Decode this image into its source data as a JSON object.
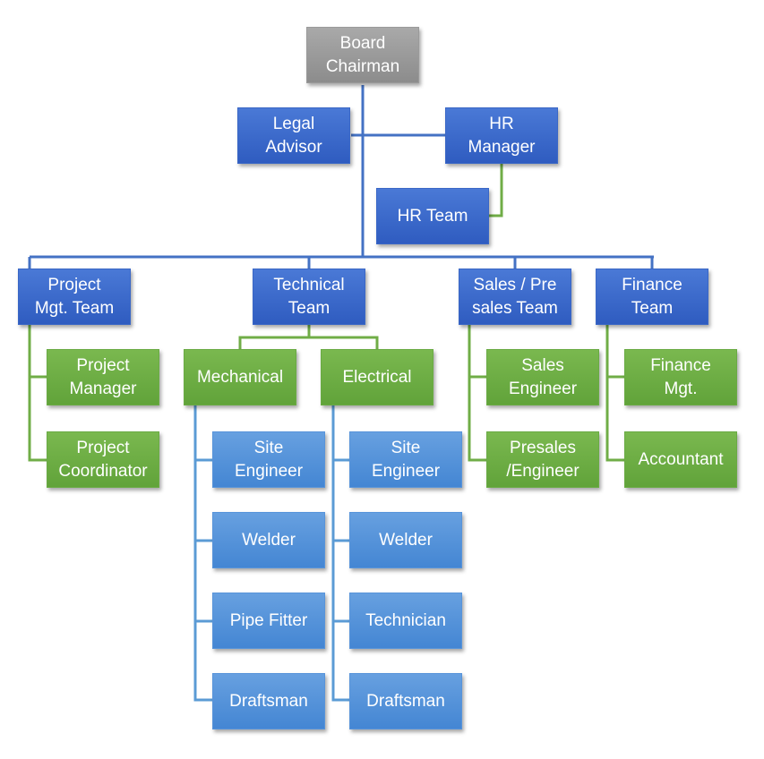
{
  "colors": {
    "line_blue": "#4472c4",
    "line_green": "#70ad47",
    "board": "#9b9b9b",
    "blue": "#3a67c6",
    "green": "#6aab44",
    "light_blue": "#5594da"
  },
  "top": {
    "board_chairman": "Board\nChairman",
    "legal_advisor": "Legal\nAdvisor",
    "hr_manager": "HR\nManager",
    "hr_team": "HR Team"
  },
  "departments": {
    "project": {
      "label": "Project\nMgt. Team",
      "children": [
        "Project\nManager",
        "Project\nCoordinator"
      ]
    },
    "technical": {
      "label": "Technical\nTeam",
      "mechanical": {
        "label": "Mechanical",
        "children": [
          "Site\nEngineer",
          "Welder",
          "Pipe Fitter",
          "Draftsman"
        ]
      },
      "electrical": {
        "label": "Electrical",
        "children": [
          "Site\nEngineer",
          "Welder",
          "Technician",
          "Draftsman"
        ]
      }
    },
    "sales": {
      "label": "Sales / Pre\nsales Team",
      "children": [
        "Sales\nEngineer",
        "Presales\n/Engineer"
      ]
    },
    "finance": {
      "label": "Finance\nTeam",
      "children": [
        "Finance\nMgt.",
        "Accountant"
      ]
    }
  }
}
